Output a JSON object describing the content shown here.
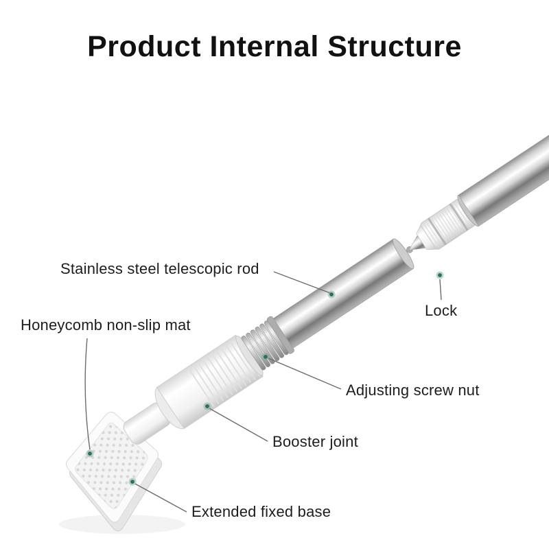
{
  "title": "Product Internal Structure",
  "callouts": [
    {
      "id": "telescopic-rod",
      "label": "Stainless steel telescopic rod"
    },
    {
      "id": "lock",
      "label": "Lock"
    },
    {
      "id": "honeycomb-mat",
      "label": "Honeycomb non-slip mat"
    },
    {
      "id": "adjusting-screw-nut",
      "label": "Adjusting screw nut"
    },
    {
      "id": "booster-joint",
      "label": "Booster joint"
    },
    {
      "id": "extended-fixed-base",
      "label": "Extended fixed base"
    }
  ],
  "colors": {
    "background": "#ffffff",
    "title_text": "#111111",
    "label_text": "#1d1d1d",
    "leader_line": "#6b6b6b",
    "pointer_dot": "#2f6e5c",
    "pointer_halo": "#7fa99b"
  }
}
